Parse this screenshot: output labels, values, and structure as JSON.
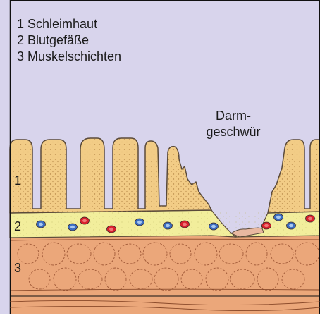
{
  "legend": {
    "items": [
      {
        "label": "1 Schleimhaut"
      },
      {
        "label": "2 Blutgefäße"
      },
      {
        "label": "3 Muskelschichten"
      }
    ]
  },
  "annotation": {
    "line1": "Darm-",
    "line2": "geschwür"
  },
  "layer_numbers": [
    "1",
    "2",
    "3"
  ],
  "colors": {
    "background": "#d8d4ec",
    "mucosa": "#f2cc86",
    "vessel_layer": "#f2ee9c",
    "muscle": "#eba77a",
    "artery": "#d8202c",
    "vein": "#3a6cc0",
    "outline": "#5a4a3a",
    "frame": "#111111"
  }
}
